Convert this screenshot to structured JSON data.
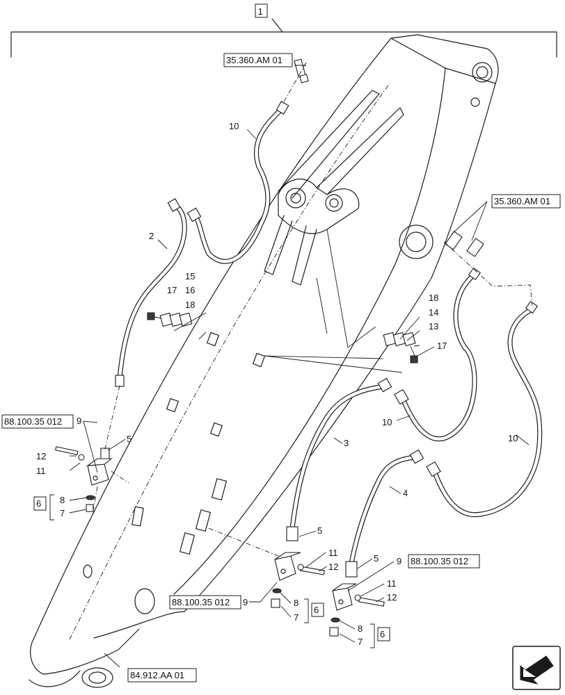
{
  "assembly_number": "1",
  "ref_codes": {
    "top": "35.360.AM 01",
    "right": "35.360.AM 01",
    "left_block": "88.100.35 012",
    "center_block": "88.100.35 012",
    "right_block": "88.100.35 012",
    "bottom": "84.912.AA 01"
  },
  "callouts": {
    "c10_top": "10",
    "c2": "2",
    "c15": "15",
    "c16": "16",
    "c17_left": "17",
    "c18_left": "18",
    "c18_right": "18",
    "c14": "14",
    "c13": "13",
    "c17_right": "17",
    "c9_left": "9",
    "c5_left": "5",
    "c12_left": "12",
    "c11_left": "11",
    "c8_left": "8",
    "c7_left": "7",
    "c6_left": "6",
    "c10_mid": "10",
    "c3": "3",
    "c10_right": "10",
    "c4": "4",
    "c5_center": "5",
    "c11_center": "11",
    "c12_center": "12",
    "c9_center": "9",
    "c8_center": "8",
    "c7_center": "7",
    "c6_center": "6",
    "c5_right": "5",
    "c9_right": "9",
    "c11_right": "11",
    "c12_right": "12",
    "c8_right": "8",
    "c7_right": "7",
    "c6_right": "6"
  },
  "icons": {
    "nav": "arrow-icon"
  },
  "colors": {
    "line": "#1a1a1a",
    "background": "#ffffff"
  }
}
